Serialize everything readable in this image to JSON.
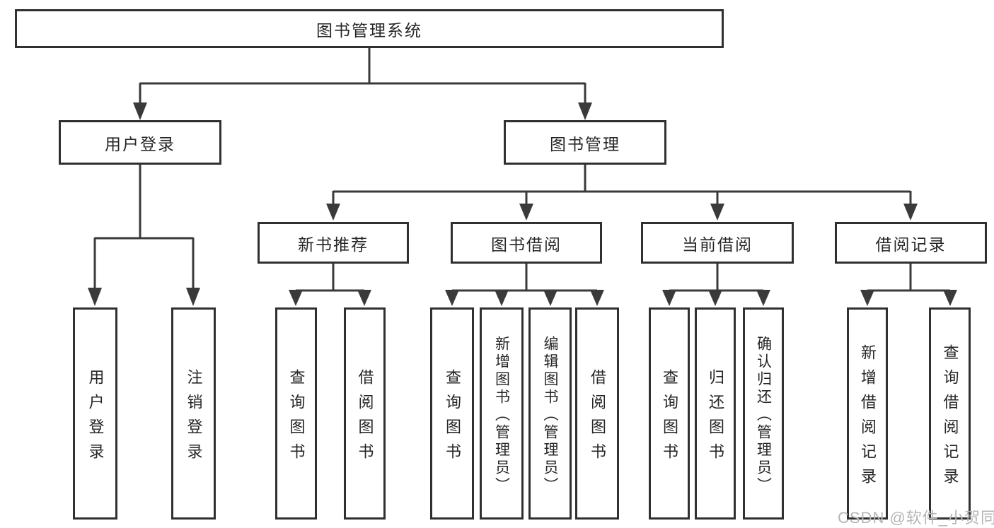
{
  "diagram": {
    "root": "图书管理系统",
    "user_login": {
      "label": "用户登录",
      "children": [
        "用户登录",
        "注销登录"
      ]
    },
    "book_mgmt": {
      "label": "图书管理",
      "sections": [
        {
          "label": "新书推荐",
          "children": [
            "查询图书",
            "借阅图书"
          ]
        },
        {
          "label": "图书借阅",
          "children": [
            "查询图书",
            "新增图书（管理员）",
            "编辑图书（管理员）",
            "借阅图书"
          ]
        },
        {
          "label": "当前借阅",
          "children": [
            "查询图书",
            "归还图书",
            "确认归还（管理员）"
          ]
        },
        {
          "label": "借阅记录",
          "children": [
            "新增借阅记录",
            "查询借阅记录"
          ]
        }
      ]
    }
  },
  "watermark": "CSDN @软件_小贺同学",
  "colors": {
    "box_border": "#303030",
    "connector": "#3a3a3a",
    "text": "#262626",
    "watermark": "#b5b5b5",
    "background": "#ffffff"
  }
}
